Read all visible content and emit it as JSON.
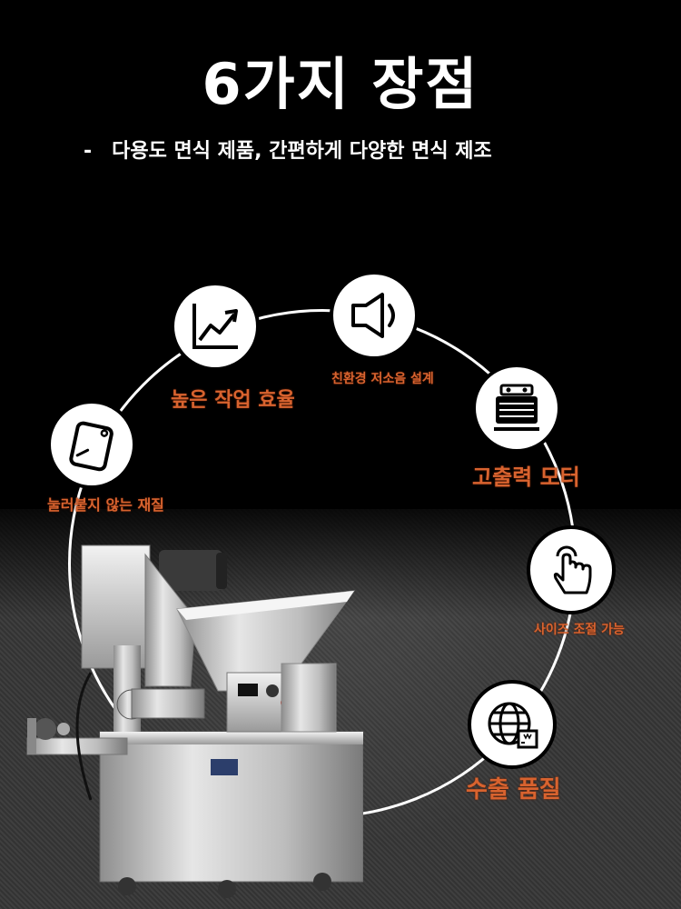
{
  "title": "6가지 장점",
  "subtitle": {
    "dash": "-",
    "text": "다용도 면식 제품, 간편하게 다양한 면식 제조"
  },
  "features": [
    {
      "icon": "cutting-board-icon",
      "label": "눌러붙지 않는 재질"
    },
    {
      "icon": "trend-up-icon",
      "label": "높은 작업 효율"
    },
    {
      "icon": "speaker-icon",
      "label": "친환경 저소음 설계"
    },
    {
      "icon": "motor-icon",
      "label": "고출력 모터"
    },
    {
      "icon": "touch-hand-icon",
      "label": "사이즈 조절 가능"
    },
    {
      "icon": "globe-box-icon",
      "label": "수출 품질"
    }
  ],
  "colors": {
    "label": "#d8632f",
    "background": "#000000",
    "ring": "#ffffff"
  }
}
